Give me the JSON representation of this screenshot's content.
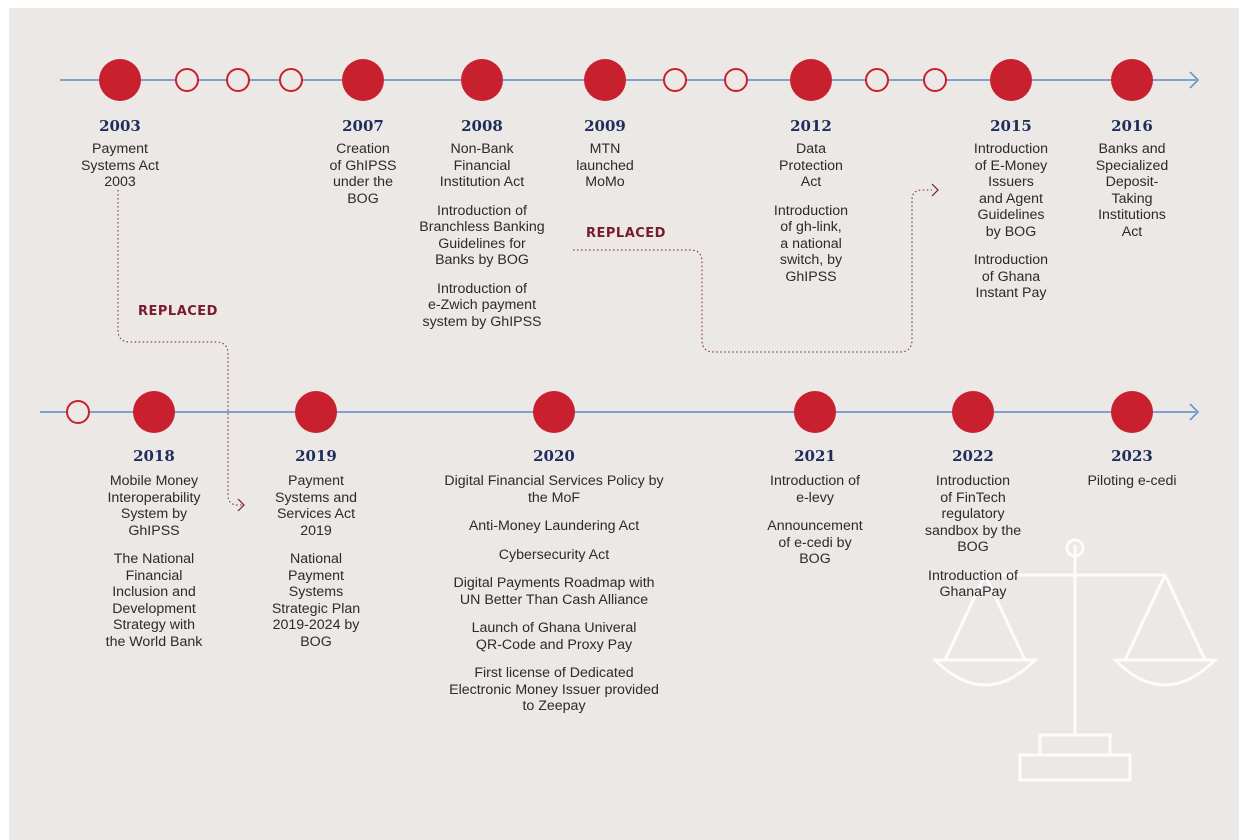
{
  "colors": {
    "background": "#ebe8e6",
    "line": "#5b8bc9",
    "node": "#c8202f",
    "year": "#1f2d5c",
    "connector": "#7a1a2c"
  },
  "icons": {
    "watermark": "scales-of-justice-icon",
    "arrow": "arrow-right-icon"
  },
  "connector_label": "REPLACED",
  "row1": [
    {
      "year": "2003",
      "items": [
        "Payment\nSystems Act\n2003"
      ]
    },
    {
      "year": "2007",
      "items": [
        "Creation\nof GhIPSS\nunder the\nBOG"
      ]
    },
    {
      "year": "2008",
      "items": [
        "Non-Bank\nFinancial\nInstitution Act",
        "Introduction of\nBranchless Banking\nGuidelines for\nBanks by BOG",
        "Introduction of\ne-Zwich payment\nsystem by GhIPSS"
      ]
    },
    {
      "year": "2009",
      "items": [
        "MTN\nlaunched\nMoMo"
      ]
    },
    {
      "year": "2012",
      "items": [
        "Data\nProtection\nAct",
        "Introduction\nof gh-link,\na national\nswitch, by\nGhIPSS"
      ]
    },
    {
      "year": "2015",
      "items": [
        "Introduction\nof E-Money\nIssuers\nand Agent\nGuidelines\nby BOG",
        "Introduction\nof Ghana\nInstant Pay"
      ]
    },
    {
      "year": "2016",
      "items": [
        "Banks and\nSpecialized\nDeposit-\nTaking\nInstitutions\nAct"
      ]
    }
  ],
  "row2": [
    {
      "year": "2018",
      "items": [
        "Mobile Money\nInteroperability\nSystem by\nGhIPSS",
        "The National\nFinancial\nInclusion and\nDevelopment\nStrategy with\nthe World Bank"
      ]
    },
    {
      "year": "2019",
      "items": [
        "Payment\nSystems and\nServices Act\n2019",
        "National\nPayment\nSystems\nStrategic Plan\n2019-2024 by\nBOG"
      ]
    },
    {
      "year": "2020",
      "items": [
        "Digital Financial Services Policy by\nthe MoF",
        "Anti-Money Laundering Act",
        "Cybersecurity Act",
        "Digital Payments Roadmap with\nUN Better Than Cash Alliance",
        "Launch of Ghana Univeral\nQR-Code and Proxy Pay",
        "First license of Dedicated\nElectronic Money Issuer provided\nto Zeepay"
      ]
    },
    {
      "year": "2021",
      "items": [
        "Introduction of\ne-levy",
        "Announcement\nof e-cedi by\nBOG"
      ]
    },
    {
      "year": "2022",
      "items": [
        "Introduction\nof FinTech\nregulatory\nsandbox by the\nBOG",
        "Introduction of\nGhanaPay"
      ]
    },
    {
      "year": "2023",
      "items": [
        "Piloting e-cedi"
      ]
    }
  ]
}
